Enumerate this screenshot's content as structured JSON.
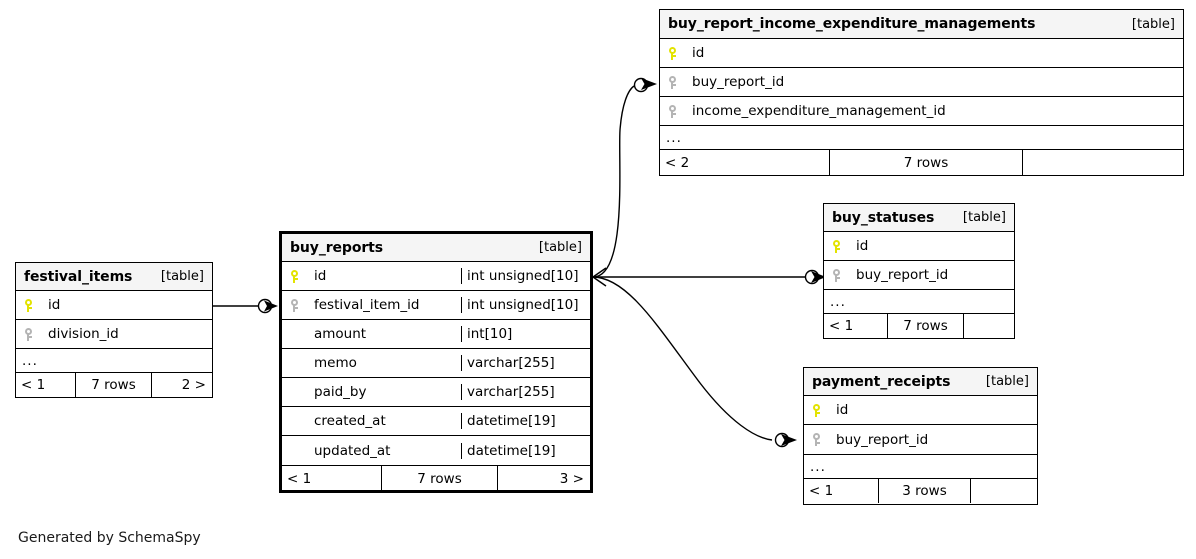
{
  "diagram": {
    "generator_note": "Generated by SchemaSpy",
    "table_tag": "[table]",
    "ellipsis": "...",
    "colors": {
      "primary_key": "#e3e300",
      "foreign_key": "#b4b4b4",
      "header_bg": "#f5f5f5",
      "border": "#000000",
      "background": "#ffffff"
    }
  },
  "tables": [
    {
      "id": "buy_report_income_expenditure_managements",
      "name": "buy_report_income_expenditure_managements",
      "tag": "[table]",
      "columns": [
        {
          "key": "pk",
          "name": "id",
          "type": ""
        },
        {
          "key": "fk",
          "name": "buy_report_id",
          "type": ""
        },
        {
          "key": "fk",
          "name": "income_expenditure_management_id",
          "type": ""
        }
      ],
      "has_more_row": true,
      "footer": {
        "left": "< 2",
        "center": "7 rows",
        "right": ""
      }
    },
    {
      "id": "buy_statuses",
      "name": "buy_statuses",
      "tag": "[table]",
      "columns": [
        {
          "key": "pk",
          "name": "id",
          "type": ""
        },
        {
          "key": "fk",
          "name": "buy_report_id",
          "type": ""
        }
      ],
      "has_more_row": true,
      "footer": {
        "left": "< 1",
        "center": "7 rows",
        "right": ""
      }
    },
    {
      "id": "payment_receipts",
      "name": "payment_receipts",
      "tag": "[table]",
      "columns": [
        {
          "key": "pk",
          "name": "id",
          "type": ""
        },
        {
          "key": "fk",
          "name": "buy_report_id",
          "type": ""
        }
      ],
      "has_more_row": true,
      "footer": {
        "left": "< 1",
        "center": "3 rows",
        "right": ""
      }
    },
    {
      "id": "buy_reports",
      "name": "buy_reports",
      "tag": "[table]",
      "columns": [
        {
          "key": "pk",
          "name": "id",
          "type": "int unsigned[10]"
        },
        {
          "key": "fk",
          "name": "festival_item_id",
          "type": "int unsigned[10]"
        },
        {
          "key": "",
          "name": "amount",
          "type": "int[10]"
        },
        {
          "key": "",
          "name": "memo",
          "type": "varchar[255]"
        },
        {
          "key": "",
          "name": "paid_by",
          "type": "varchar[255]"
        },
        {
          "key": "",
          "name": "created_at",
          "type": "datetime[19]"
        },
        {
          "key": "",
          "name": "updated_at",
          "type": "datetime[19]"
        }
      ],
      "has_more_row": false,
      "footer": {
        "left": "< 1",
        "center": "7 rows",
        "right": "3 >"
      }
    },
    {
      "id": "festival_items",
      "name": "festival_items",
      "tag": "[table]",
      "columns": [
        {
          "key": "pk",
          "name": "id",
          "type": ""
        },
        {
          "key": "fk",
          "name": "division_id",
          "type": ""
        }
      ],
      "has_more_row": true,
      "footer": {
        "left": "< 1",
        "center": "7 rows",
        "right": "2 >"
      }
    }
  ],
  "relationships": [
    {
      "from": "festival_items.id",
      "to": "buy_reports.festival_item_id"
    },
    {
      "from": "buy_reports.id",
      "to": "buy_report_income_expenditure_managements.buy_report_id"
    },
    {
      "from": "buy_reports.id",
      "to": "buy_statuses.buy_report_id"
    },
    {
      "from": "buy_reports.id",
      "to": "payment_receipts.buy_report_id"
    }
  ]
}
